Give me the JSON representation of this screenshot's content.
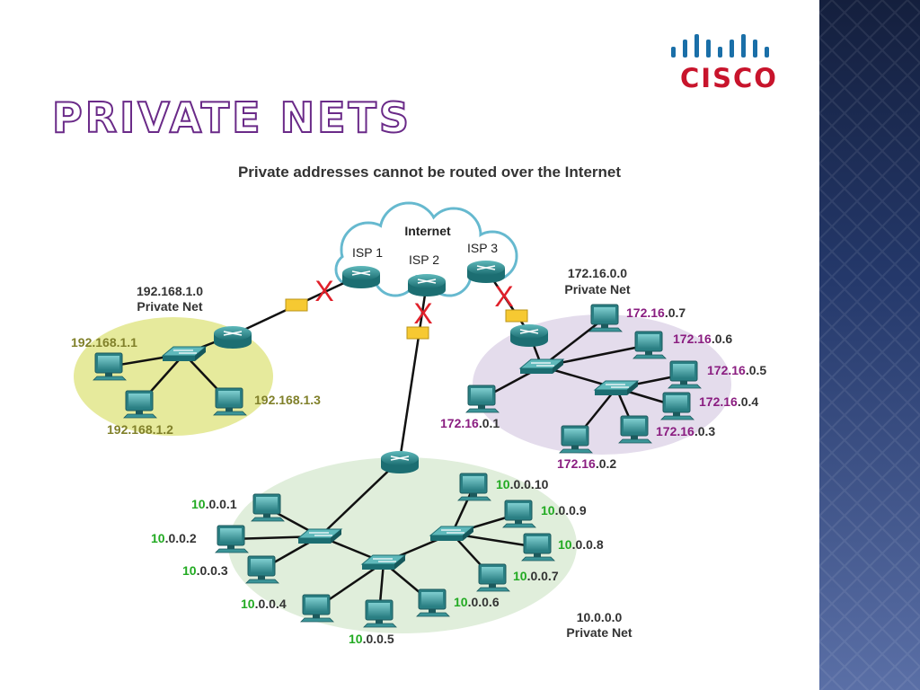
{
  "slide": {
    "title": "Private Nets",
    "logo_text": "CISCO",
    "brand_color": "#c8142c",
    "title_outline_color": "#6a2a88",
    "side_panel_colors": [
      "#1a2a52",
      "#5a6fa6"
    ]
  },
  "diagram": {
    "heading": "Private addresses cannot be routed over the Internet",
    "cloud_label": "Internet",
    "isps": [
      "ISP 1",
      "ISP 2",
      "ISP 3"
    ],
    "blocked_marker": "X",
    "networks": [
      {
        "prefix": "192.168.1.",
        "network": "192.168.1.0",
        "name": "Private Net",
        "zone_color": "#e6ea9c",
        "text_color": "#80802a",
        "hosts": [
          {
            "label": "192.168.1.1"
          },
          {
            "label": "192.168.1.2"
          },
          {
            "label": "192.168.1.3"
          }
        ]
      },
      {
        "prefix": "172.16.",
        "network": "172.16.0.0",
        "name": "Private Net",
        "zone_color": "#e4dcec",
        "text_color": "#8a1d80",
        "hosts": [
          {
            "prefix": "172.16",
            "suffix": ".0.7"
          },
          {
            "prefix": "172.16",
            "suffix": ".0.6"
          },
          {
            "prefix": "172.16",
            "suffix": ".0.5"
          },
          {
            "prefix": "172.16",
            "suffix": ".0.4"
          },
          {
            "prefix": "172.16",
            "suffix": ".0.3"
          },
          {
            "prefix": "172.16",
            "suffix": ".0.2"
          },
          {
            "prefix": "172.16",
            "suffix": ".0.1"
          }
        ]
      },
      {
        "prefix": "10.",
        "network": "10.0.0.0",
        "name": "Private Net",
        "zone_color": "#e0eedb",
        "text_color": "#22aa22",
        "hosts": [
          {
            "prefix": "10",
            "suffix": ".0.0.1"
          },
          {
            "prefix": "10",
            "suffix": ".0.0.2"
          },
          {
            "prefix": "10",
            "suffix": ".0.0.3"
          },
          {
            "prefix": "10",
            "suffix": ".0.0.4"
          },
          {
            "prefix": "10",
            "suffix": ".0.0.5"
          },
          {
            "prefix": "10",
            "suffix": ".0.0.6"
          },
          {
            "prefix": "10",
            "suffix": ".0.0.7"
          },
          {
            "prefix": "10",
            "suffix": ".0.0.8"
          },
          {
            "prefix": "10",
            "suffix": ".0.0.9"
          },
          {
            "prefix": "10",
            "suffix": ".0.0.10"
          }
        ]
      }
    ]
  }
}
